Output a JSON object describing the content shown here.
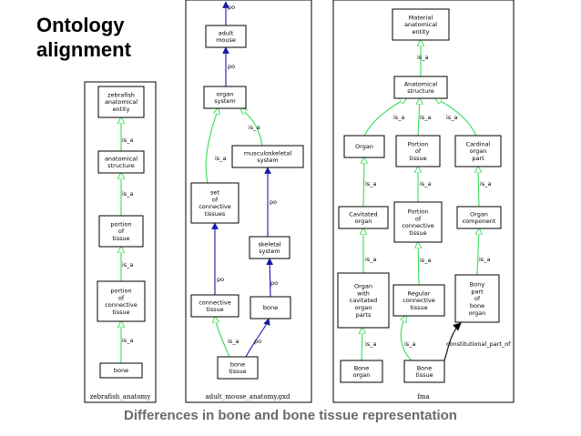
{
  "title_lines": [
    "Ontology",
    "alignment"
  ],
  "caption": "Differences in bone and bone tissue representation",
  "colors": {
    "is_a": "#33dd55",
    "part_of": "#1a1aa8",
    "constitutional": "#000000",
    "caption": "#6a6a6a"
  },
  "panels": {
    "zebrafish": {
      "label": "zebrafish_anatomy"
    },
    "mouse": {
      "label": "adult_mouse_anatomy.gxd"
    },
    "fma": {
      "label": "fma"
    }
  },
  "nodes": {
    "zf_entity": [
      "zebrafish",
      "anatomical",
      "entity"
    ],
    "zf_structure": [
      "anatomical",
      "structure"
    ],
    "zf_tissue": [
      "portion",
      "of",
      "tissue"
    ],
    "zf_ct": [
      "portion",
      "of",
      "connective",
      "tissue"
    ],
    "zf_bone": [
      "bone"
    ],
    "m_adult": [
      "adult",
      "mouse"
    ],
    "m_organsys": [
      "organ",
      "system"
    ],
    "m_musc": [
      "musculoskeletal",
      "system"
    ],
    "m_setct": [
      "set",
      "of",
      "connective",
      "tissues"
    ],
    "m_skel": [
      "skeletal",
      "system"
    ],
    "m_ct": [
      "connective",
      "tissue"
    ],
    "m_bone": [
      "bone"
    ],
    "m_bonetissue": [
      "bone",
      "tissue"
    ],
    "f_material": [
      "Material",
      "anatomical",
      "entity"
    ],
    "f_anat": [
      "Anatomical",
      "structure"
    ],
    "f_organ": [
      "Organ"
    ],
    "f_portion": [
      "Portion",
      "of",
      "tissue"
    ],
    "f_cardinal": [
      "Cardinal",
      "organ",
      "part"
    ],
    "f_cavitated": [
      "Cavitated",
      "organ"
    ],
    "f_portionct": [
      "Portion",
      "of",
      "connective",
      "tissue"
    ],
    "f_orgcomp": [
      "Organ",
      "component"
    ],
    "f_organwith": [
      "Organ",
      "with",
      "cavitated",
      "organ",
      "parts"
    ],
    "f_regular": [
      "Regular",
      "connective",
      "tissue"
    ],
    "f_bonypart": [
      "Bony",
      "part",
      "of",
      "bone",
      "organ"
    ],
    "f_boneorgan": [
      "Bone",
      "organ"
    ],
    "f_bonetissue": [
      "Bone",
      "tissue"
    ]
  },
  "edge_labels": {
    "is_a": "is_a",
    "po": "po",
    "constitutional": "constitutional_part_of"
  }
}
